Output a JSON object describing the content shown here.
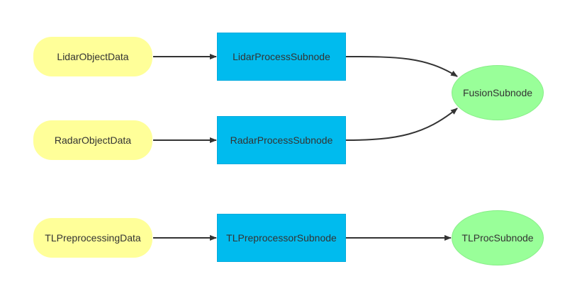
{
  "diagram": {
    "nodes": {
      "lidar_data": "LidarObjectData",
      "radar_data": "RadarObjectData",
      "tl_data": "TLPreprocessingData",
      "lidar_proc": "LidarProcessSubnode",
      "radar_proc": "RadarProcessSubnode",
      "tl_proc": "TLPreprocessorSubnode",
      "fusion": "FusionSubnode",
      "tlproc": "TLProcSubnode"
    },
    "edges": [
      {
        "from": "LidarObjectData",
        "to": "LidarProcessSubnode"
      },
      {
        "from": "RadarObjectData",
        "to": "RadarProcessSubnode"
      },
      {
        "from": "TLPreprocessingData",
        "to": "TLPreprocessorSubnode"
      },
      {
        "from": "LidarProcessSubnode",
        "to": "FusionSubnode"
      },
      {
        "from": "RadarProcessSubnode",
        "to": "FusionSubnode"
      },
      {
        "from": "TLPreprocessorSubnode",
        "to": "TLProcSubnode"
      }
    ],
    "colors": {
      "data_node": "#ffff99",
      "process_node": "#00bbee",
      "subnode_ellipse": "#99ff99",
      "edge": "#333333"
    }
  }
}
